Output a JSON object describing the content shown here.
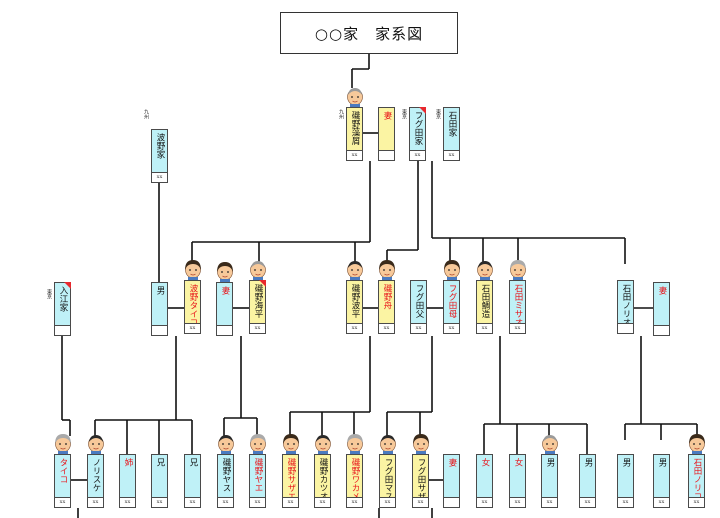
{
  "title": "○○家　家系図",
  "cards": [
    {
      "text": "波野家",
      "color": "blue",
      "foot": "ⅹⅹ",
      "sex": "m"
    },
    {
      "text": "磯野藻屑",
      "color": "yellow",
      "foot": "ⅹⅹ",
      "sex": "m"
    },
    {
      "text": "妻",
      "color": "yellow",
      "foot": "",
      "sex": "f",
      "red": true
    },
    {
      "text": "フグ田家",
      "color": "blue",
      "foot": "ⅹⅹ",
      "sex": "m"
    },
    {
      "text": "石田家",
      "color": "blue",
      "foot": "ⅹⅹ",
      "sex": "m"
    },
    {
      "text": "入江家",
      "color": "blue",
      "foot": "",
      "sex": "m"
    },
    {
      "text": "男",
      "color": "blue",
      "foot": "",
      "sex": "m"
    },
    {
      "text": "波野タイコ",
      "color": "yellow",
      "foot": "ⅹⅹ",
      "sex": "f",
      "red": true
    },
    {
      "text": "妻",
      "color": "blue",
      "foot": "",
      "sex": "f",
      "red": true
    },
    {
      "text": "磯野海平",
      "color": "yellow",
      "foot": "ⅹⅹ",
      "sex": "m"
    },
    {
      "text": "磯野波平",
      "color": "yellow",
      "foot": "ⅹⅹ",
      "sex": "m"
    },
    {
      "text": "磯野舟",
      "color": "yellow",
      "foot": "ⅹⅹ",
      "sex": "f",
      "red": true
    },
    {
      "text": "フグ田父",
      "color": "blue",
      "foot": "ⅹⅹ",
      "sex": "m"
    },
    {
      "text": "フグ田母",
      "color": "blue",
      "foot": "ⅹⅹ",
      "sex": "f",
      "red": true
    },
    {
      "text": "石田鯛造",
      "color": "yellow",
      "foot": "ⅹⅹ",
      "sex": "m"
    },
    {
      "text": "石田ミサオ",
      "color": "blue",
      "foot": "ⅹⅹ",
      "sex": "f",
      "red": true
    },
    {
      "text": "石田ノリオ",
      "color": "blue",
      "foot": "",
      "sex": "m"
    },
    {
      "text": "妻",
      "color": "blue",
      "foot": "",
      "sex": "f",
      "red": true
    },
    {
      "text": "タイコ",
      "color": "blue",
      "foot": "ⅹⅹ",
      "sex": "f",
      "red": true
    },
    {
      "text": "ノリスケ",
      "color": "blue",
      "foot": "ⅹⅹ",
      "sex": "m"
    },
    {
      "text": "姉",
      "color": "blue",
      "foot": "ⅹⅹ",
      "sex": "f",
      "red": true
    },
    {
      "text": "兄",
      "color": "blue",
      "foot": "ⅹⅹ",
      "sex": "m"
    },
    {
      "text": "兄",
      "color": "blue",
      "foot": "ⅹⅹ",
      "sex": "m"
    },
    {
      "text": "磯野ヤス",
      "color": "blue",
      "foot": "ⅹⅹ",
      "sex": "m"
    },
    {
      "text": "磯野ヤエ",
      "color": "blue",
      "foot": "ⅹⅹ",
      "sex": "f",
      "red": true
    },
    {
      "text": "磯野サザエ",
      "color": "yellow",
      "foot": "ⅹⅹ",
      "sex": "f",
      "red": true
    },
    {
      "text": "磯野カツオ",
      "color": "yellow",
      "foot": "ⅹⅹ",
      "sex": "m"
    },
    {
      "text": "磯野ワカメ",
      "color": "yellow",
      "foot": "ⅹⅹ",
      "sex": "f",
      "red": true
    },
    {
      "text": "フグ田マスオ",
      "color": "yellow",
      "foot": "ⅹⅹ",
      "sex": "m"
    },
    {
      "text": "フグ田サザエ",
      "color": "yellow",
      "foot": "ⅹⅹ",
      "sex": "f"
    },
    {
      "text": "妻",
      "color": "blue",
      "foot": "",
      "sex": "f",
      "red": true
    },
    {
      "text": "女",
      "color": "blue",
      "foot": "ⅹⅹ",
      "sex": "f",
      "red": true
    },
    {
      "text": "女",
      "color": "blue",
      "foot": "ⅹⅹ",
      "sex": "f",
      "red": true
    },
    {
      "text": "男",
      "color": "blue",
      "foot": "ⅹⅹ",
      "sex": "m"
    },
    {
      "text": "男",
      "color": "blue",
      "foot": "ⅹⅹ",
      "sex": "m"
    },
    {
      "text": "男",
      "color": "blue",
      "foot": "ⅹⅹ",
      "sex": "m"
    },
    {
      "text": "男",
      "color": "blue",
      "foot": "ⅹⅹ",
      "sex": "m"
    },
    {
      "text": "石田ノリコ",
      "color": "blue",
      "foot": "ⅹⅹ",
      "sex": "f",
      "red": true
    }
  ],
  "notes": [
    "九州",
    "九州",
    "東京",
    "東京",
    "東京"
  ],
  "colors": {
    "blue_card": "#bff1f7",
    "yellow_card": "#fbf4a3",
    "line": "#111111",
    "female_name": "#e8141a"
  }
}
